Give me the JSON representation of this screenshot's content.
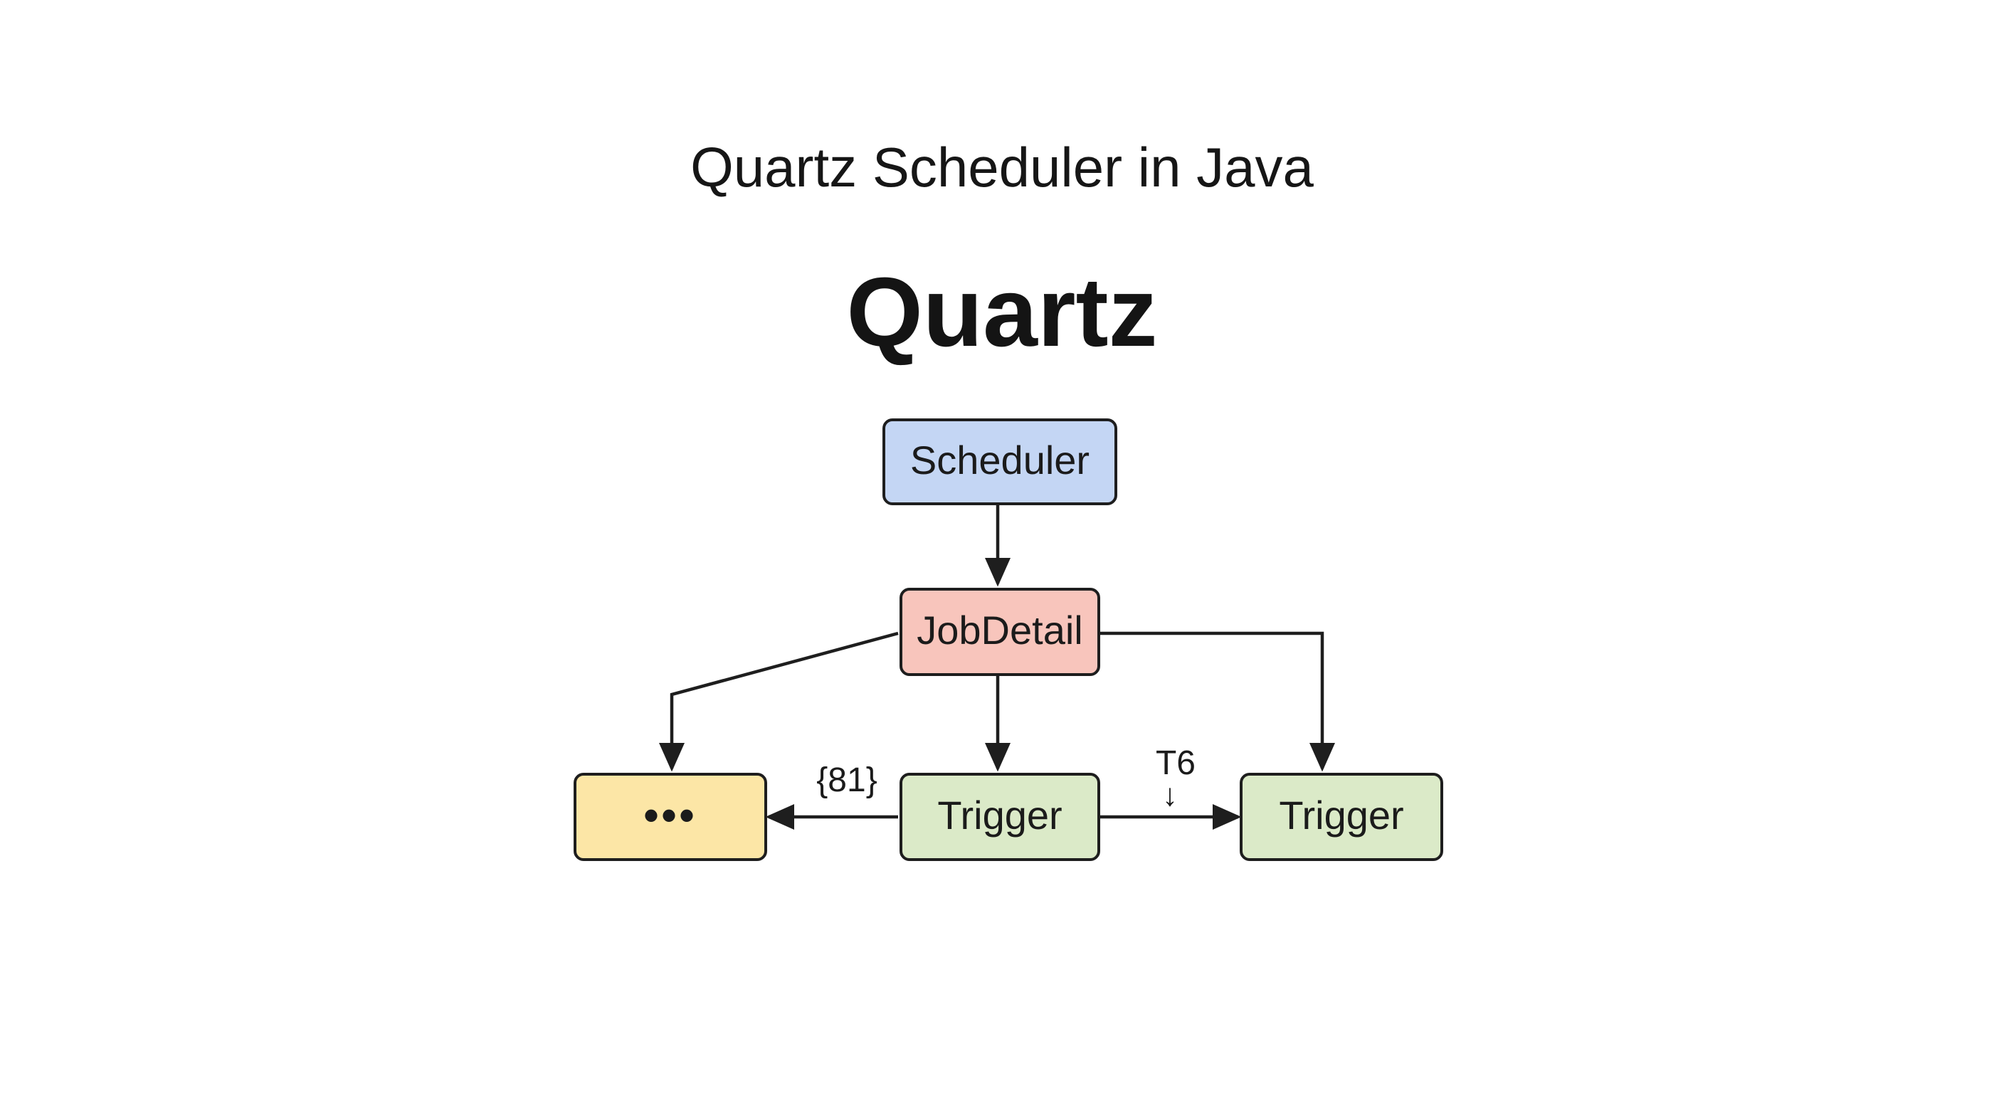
{
  "subtitle": "Quartz Scheduler in Java",
  "title": "Quartz",
  "colors": {
    "scheduler": "#c4d6f4",
    "jobdetail": "#f8c5bc",
    "trigger": "#dbeac8",
    "ellipsis": "#fce6a6",
    "stroke": "#1e1e1e"
  },
  "nodes": {
    "scheduler": "Scheduler",
    "jobdetail": "JobDetail",
    "trigger_center": "Trigger",
    "trigger_right": "Trigger",
    "ellipsis": "•••"
  },
  "edges": {
    "left_label": "{81}",
    "right_label": "T6",
    "right_arrow_glyph": "↓"
  }
}
